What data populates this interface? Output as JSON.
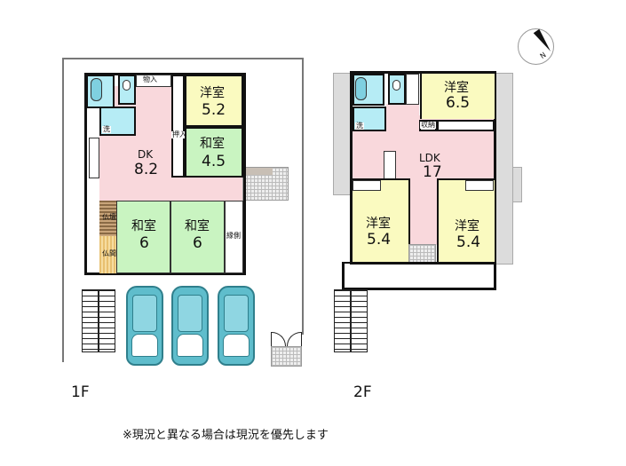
{
  "floor_1": {
    "label": "1F",
    "rooms": {
      "western_room": {
        "name": "洋室",
        "size": "5.2"
      },
      "japanese_room_a": {
        "name": "和室",
        "size": "4.5"
      },
      "dk": {
        "name": "DK",
        "size": "8.2"
      },
      "japanese_room_b": {
        "name": "和室",
        "size": "6"
      },
      "japanese_room_c": {
        "name": "和室",
        "size": "6"
      }
    },
    "small_labels": {
      "storage": "物入",
      "washroom": "洗",
      "closet": "押入",
      "altar": "仏壇",
      "altar_room": "仏間",
      "veranda": "縁側"
    }
  },
  "floor_2": {
    "label": "2F",
    "rooms": {
      "western_room_a": {
        "name": "洋室",
        "size": "6.5"
      },
      "ldk": {
        "name": "LDK",
        "size": "17"
      },
      "western_room_b": {
        "name": "洋室",
        "size": "5.4"
      },
      "western_room_c": {
        "name": "洋室",
        "size": "5.4"
      }
    },
    "small_labels": {
      "washroom": "洗",
      "storage": "収納"
    }
  },
  "compass": {
    "label": "N"
  },
  "note": "※現況と異なる場合は現況を優先します",
  "colors": {
    "ldk": "#f9d8dc",
    "western": "#fafac0",
    "japanese": "#c9f4c1",
    "water": "#b6ecf5",
    "car": "#5fbdcc"
  }
}
